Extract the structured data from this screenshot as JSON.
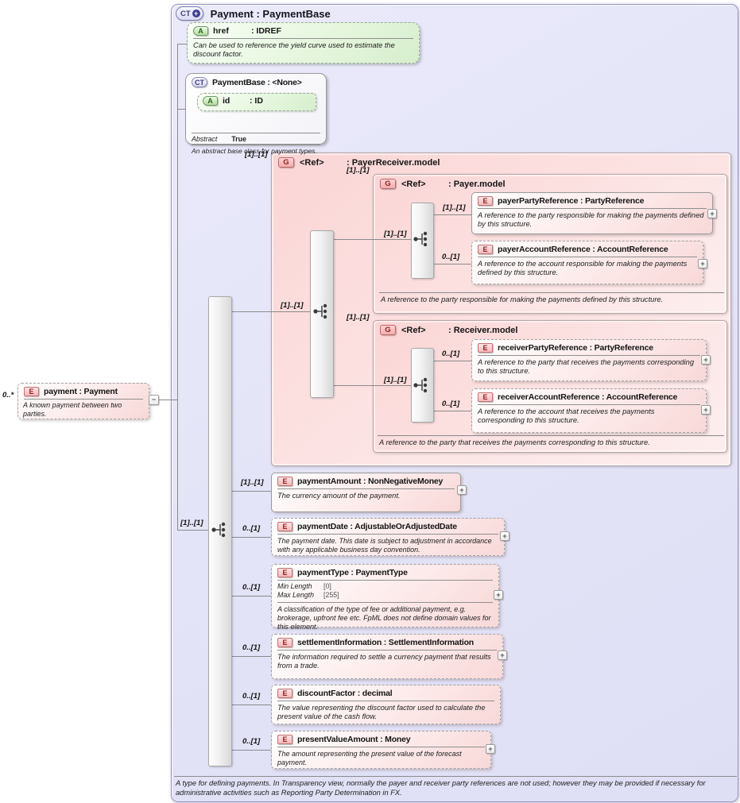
{
  "icons": {
    "plus": "+",
    "minus": "−"
  },
  "colors": {
    "container_lavender": "#e4e4f8",
    "group_pink": "#fbd8d8",
    "attribute_green": "#e3f5da",
    "element_badge_red": "#8f1f1f",
    "accent_purple": "#3a3a80"
  },
  "payment_element": {
    "cardinality": "0..*",
    "badge": "E",
    "title": "payment : Payment",
    "description": "A known payment between two parties."
  },
  "payment_type": {
    "badge": "CT",
    "title": "Payment : PaymentBase",
    "footer": "A type for defining payments. In Transparency view, normally the payer and receiver party references are not used; however they may be provided if necessary for administrative activities such as Reporting Party Determination in FX."
  },
  "href_attribute": {
    "badge": "A",
    "name": "href",
    "type": ": IDREF",
    "description": "Can be used to reference the yield curve used to estimate the discount factor."
  },
  "payment_base": {
    "badge": "CT",
    "title": "PaymentBase : <None>",
    "attr_badge": "A",
    "attr_name": "id",
    "attr_type": ": ID",
    "abstract_label": "Abstract",
    "abstract_value": "True",
    "description": "An abstract base class for payment types."
  },
  "payer_receiver_model": {
    "badge": "G",
    "name": "<Ref>",
    "type": ": PayerReceiver.model",
    "cardinality": "[1]..[1]",
    "seq_cardinality": "[1]..[1]"
  },
  "payer_model": {
    "badge": "G",
    "name": "<Ref>",
    "type": ": Payer.model",
    "cardinality": "[1]..[1]",
    "seq_cardinality": "[1]..[1]",
    "footer": "A reference to the party responsible for making the payments defined by this structure.",
    "party": {
      "badge": "E",
      "cardinality": "[1]..[1]",
      "title": "payerPartyReference : PartyReference",
      "description": "A reference to the party responsible for making the payments defined by this structure."
    },
    "account": {
      "badge": "E",
      "cardinality": "0..[1]",
      "title": "payerAccountReference : AccountReference",
      "description": "A reference to the account responsible for making the payments defined by this structure."
    }
  },
  "receiver_model": {
    "badge": "G",
    "name": "<Ref>",
    "type": ": Receiver.model",
    "cardinality": "[1]..[1]",
    "seq_cardinality": "[1]..[1]",
    "footer": "A reference to the party that receives the payments corresponding to this structure.",
    "party": {
      "badge": "E",
      "cardinality": "0..[1]",
      "title": "receiverPartyReference : PartyReference",
      "description": "A reference to the party that receives the payments corresponding to this structure."
    },
    "account": {
      "badge": "E",
      "cardinality": "0..[1]",
      "title": "receiverAccountReference : AccountReference",
      "description": "A reference to the account that receives the payments corresponding to this structure."
    }
  },
  "children": {
    "payment_amount": {
      "badge": "E",
      "cardinality": "[1]..[1]",
      "title": "paymentAmount : NonNegativeMoney",
      "description": "The currency amount of the payment."
    },
    "payment_date": {
      "badge": "E",
      "cardinality": "0..[1]",
      "title": "paymentDate : AdjustableOrAdjustedDate",
      "description": "The payment date. This date is subject to adjustment in accordance with any applicable business day convention."
    },
    "payment_type_el": {
      "badge": "E",
      "cardinality": "0..[1]",
      "title": "paymentType : PaymentType",
      "min_length_label": "Min Length",
      "min_length_value": "[0]",
      "max_length_label": "Max Length",
      "max_length_value": "[255]",
      "description": "A classification of the type of fee or additional payment, e.g. brokerage, upfront fee etc. FpML does not define domain values for this element."
    },
    "settlement_information": {
      "badge": "E",
      "cardinality": "0..[1]",
      "title": "settlementInformation : SettlementInformation",
      "description": "The information required to settle a currency payment that results from a trade."
    },
    "discount_factor": {
      "badge": "E",
      "cardinality": "0..[1]",
      "title": "discountFactor : decimal",
      "description": "The value representing the discount factor used to calculate the present value of the cash flow."
    },
    "present_value_amount": {
      "badge": "E",
      "cardinality": "0..[1]",
      "title": "presentValueAmount : Money",
      "description": "The amount representing the present value of the forecast payment."
    }
  }
}
